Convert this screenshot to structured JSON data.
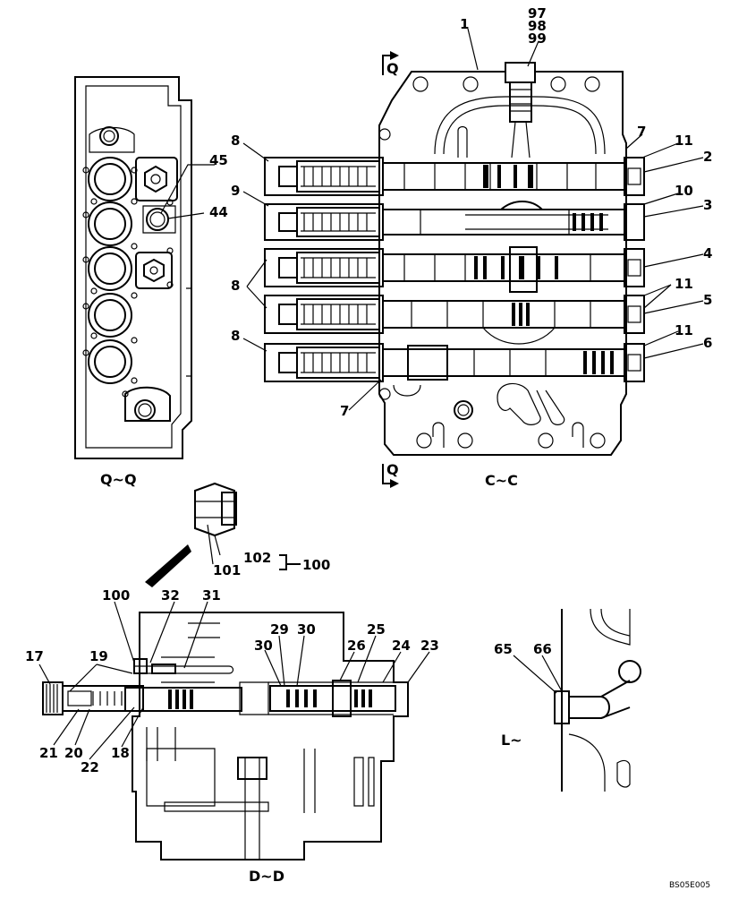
{
  "sections": {
    "qq": "Q∼Q",
    "cc": "C∼C",
    "dd": "D∼D",
    "l": "L∼",
    "q_top": "Q",
    "q_bottom": "Q"
  },
  "callouts": {
    "c1": "1",
    "c97": "97",
    "c98": "98",
    "c99": "99",
    "c7a": "7",
    "c7b": "7",
    "c11a": "11",
    "c11b": "11",
    "c11c": "11",
    "c2": "2",
    "c10": "10",
    "c3": "3",
    "c4": "4",
    "c5": "5",
    "c6": "6",
    "c8a": "8",
    "c8b": "8",
    "c8c": "8",
    "c9": "9",
    "c45": "45",
    "c44": "44",
    "c102": "102",
    "c101": "101",
    "c100a": "100",
    "c100b": "100",
    "c32": "32",
    "c31": "31",
    "c17": "17",
    "c19": "19",
    "c21": "21",
    "c20": "20",
    "c22": "22",
    "c18": "18",
    "c29": "29",
    "c30a": "30",
    "c30b": "30",
    "c25": "25",
    "c26": "26",
    "c24": "24",
    "c23": "23",
    "c65": "65",
    "c66": "66"
  },
  "figure_id": "BS05E005"
}
